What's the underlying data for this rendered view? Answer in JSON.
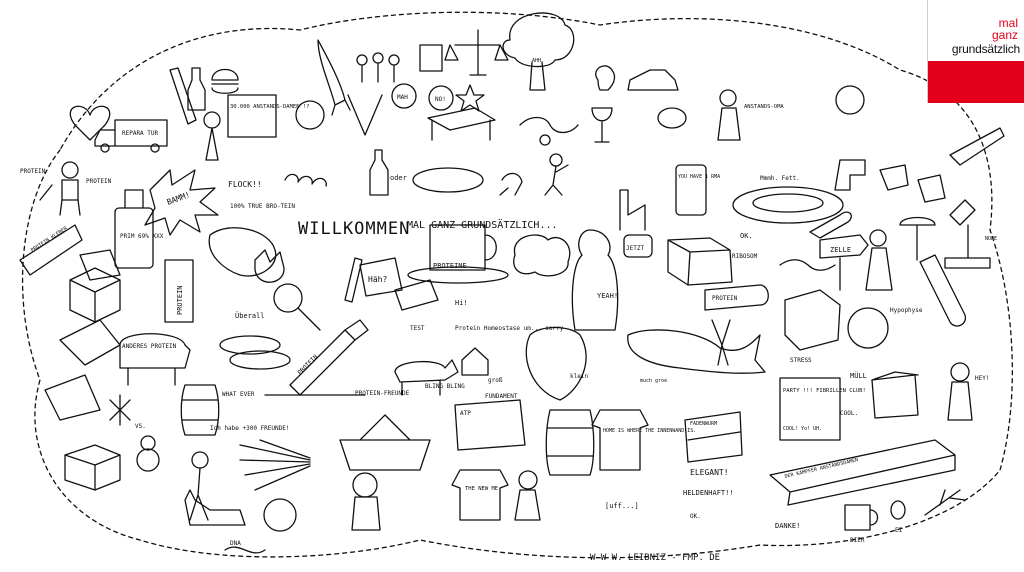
{
  "logo": {
    "line1": "mal",
    "line2": "ganz",
    "line3": "grundsätzlich",
    "accent_color": "#e3001b"
  },
  "title": {
    "welcome": "WILLKOMMEN",
    "subtitle": "MAL GANZ GRUNDSÄTZLICH..."
  },
  "footer": {
    "url": "W W W. LEIBNIZ - FMP. DE"
  },
  "labels": {
    "protein_left": "PROTEIN",
    "protein_right": "PROTEIN",
    "reparatur": "REPARA TUR",
    "anstandsdamen": "30.000 ANSTANDS-DAMEN !?",
    "bamm": "BAMM!",
    "flock": "FLOCK!!",
    "true_brotein": "100% TRUE BRO-TEIN",
    "protein_kleber": "PROTEIN KLEBER",
    "prim": "PRIM 69% XXX",
    "protein_vertical": "PROTEIN",
    "ueberall": "Überall",
    "anderes_protein": "ANDERES PROTEIN",
    "haeh": "Häh?",
    "test": "TEST",
    "protein_homeostase": "Protein Homeostase um... sorry",
    "hi": "Hi!",
    "proteine_cup": "PROTEINE",
    "oder": "oder",
    "you_have_rma": "YOU HAVE 1 RMA",
    "mmmh_fett": "Mmmh. Fett.",
    "jetzt": "JETZT",
    "ribosom": "RIBOSOM",
    "ok_top": "OK.",
    "zelle": "ZELLE",
    "nope": "NOPE",
    "hypophyse": "Hypophyse",
    "yeah": "YEAH!",
    "protein_knife": "PROTEIN",
    "stress": "STRESS",
    "party": "PARTY !!! FIBRILLEN CLUB!",
    "cool_yo": "COOL! Yo! UH.",
    "muell": "MÜLL",
    "cool": "COOL.",
    "hey": "HEY!",
    "what_ever": "WHAT EVER",
    "ich_habe": "Ich habe +300 FREUNDE!",
    "protein_freunde": "PROTEIN-FREUNDE",
    "protein_saw": "PROTEIN",
    "vs": "VS.",
    "bling": "BLING BLING",
    "fundament": "FUNDAMENT",
    "atp": "ATP",
    "gross": "groß",
    "klein": "klein",
    "much_groe": "much groe",
    "home": "HOME IS WHERE THE INNENWAND IS.",
    "the_new_me": "THE NEW ME",
    "uff": "[uff...]",
    "elegant": "ELEGANT!",
    "heldenhaft": "HELDENHAFT!!",
    "fadenwurm": "FADENWURM",
    "ok_bottom": "OK.",
    "kampfer": "DER KAMPFER ANSTANDSDAMEN",
    "danke": "DANKE!",
    "bier": "BIER",
    "ei": "EI",
    "dna": "DNA",
    "mah": "MAH",
    "no": "NO!",
    "ahh": "AHH",
    "anstands_oma": "ANSTANDS-OMA"
  }
}
